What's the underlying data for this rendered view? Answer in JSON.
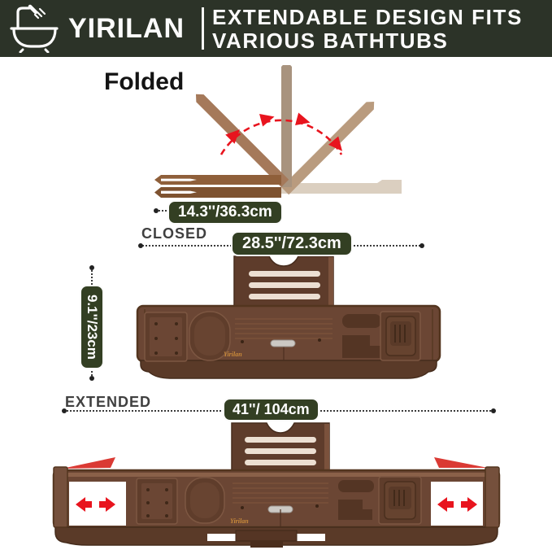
{
  "header": {
    "brand": "YIRILAN",
    "title_line1": "EXTENDABLE DESIGN FITS",
    "title_line2": "VARIOUS BATHTUBS"
  },
  "folded_section": {
    "label": "Folded",
    "dimension": "14.3''/36.3cm"
  },
  "closed_section": {
    "label": "CLOSED",
    "width_dimension": "28.5''/72.3cm",
    "height_dimension": "9.1''/23cm",
    "tray_logo": "Yirilan"
  },
  "extended_section": {
    "label": "EXTENDED",
    "width_dimension": "41''/ 104cm",
    "tray_logo": "Yirilan"
  },
  "colors": {
    "header_bg": "#2c3328",
    "badge_bg": "#333f23",
    "arrow_red": "#e8141e",
    "wood_mid": "#6b4634",
    "wood_dark": "#53351f",
    "wood_front": "#5a3a28",
    "wood_recess": "#5f3d2b",
    "wood_stand": "#5e3c2b",
    "wood_pale": "#dbcfc0",
    "logo_gold": "#c8893a"
  }
}
